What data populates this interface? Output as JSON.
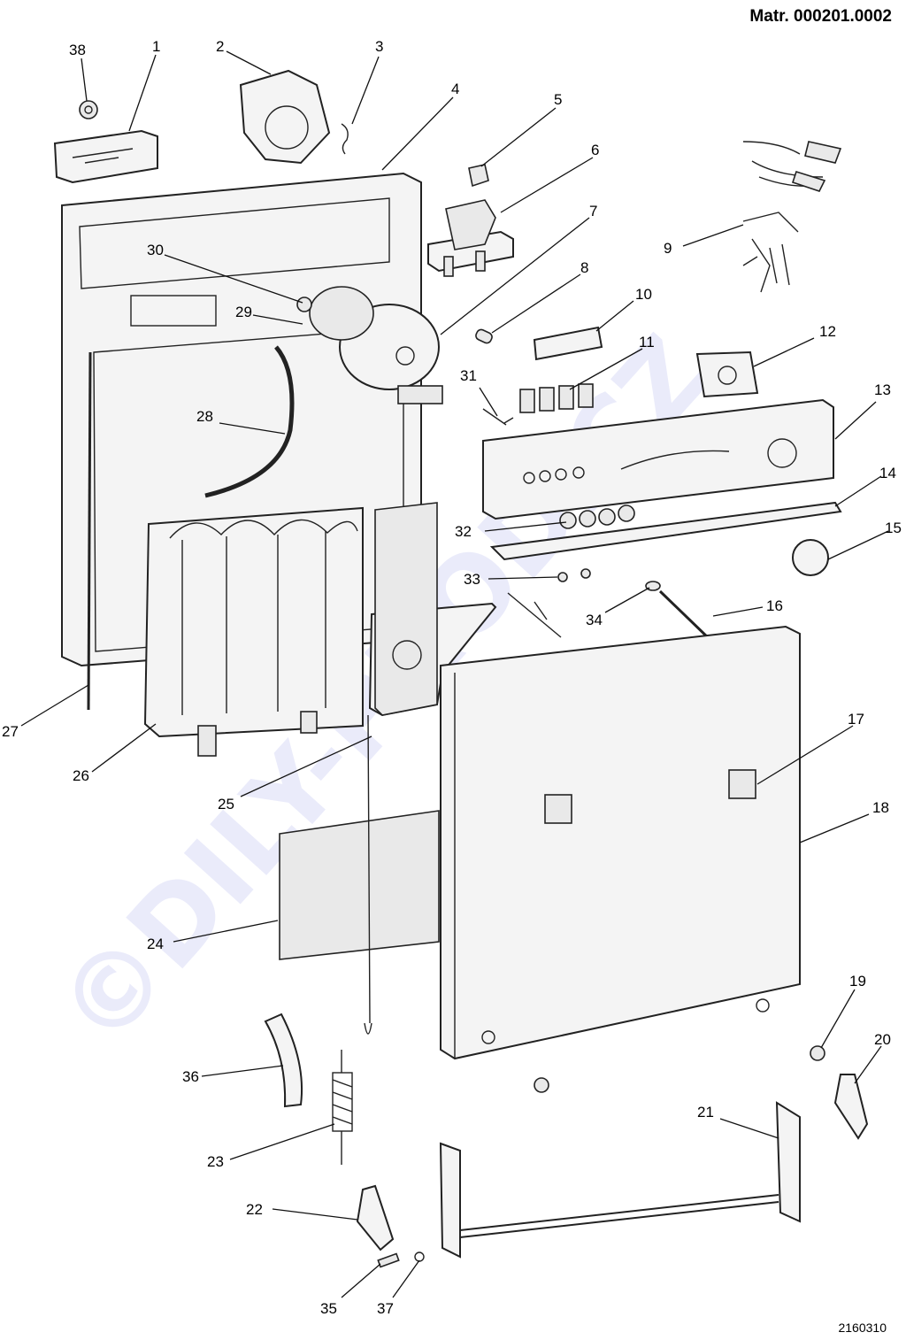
{
  "header": {
    "material_code": "Matr. 000201.0002"
  },
  "footer": {
    "drawing_number": "2160310"
  },
  "watermark": {
    "text": "©DILY-PROD.CZ",
    "color": "#3a44d6"
  },
  "callouts": [
    "1",
    "2",
    "3",
    "4",
    "5",
    "6",
    "7",
    "8",
    "9",
    "10",
    "11",
    "12",
    "13",
    "14",
    "15",
    "16",
    "17",
    "18",
    "19",
    "20",
    "21",
    "22",
    "23",
    "24",
    "25",
    "26",
    "27",
    "28",
    "29",
    "30",
    "31",
    "32",
    "33",
    "34",
    "35",
    "36",
    "37",
    "38"
  ]
}
